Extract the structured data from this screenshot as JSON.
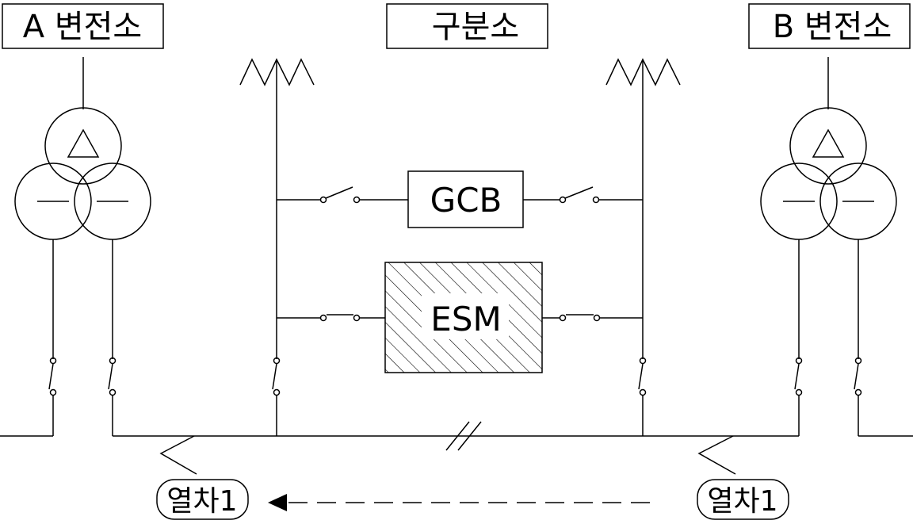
{
  "labels": {
    "substation_a": "A 변전소",
    "sectioning_post": "구분소",
    "substation_b": "B 변전소",
    "gcb": "GCB",
    "esm": "ESM",
    "train_left": "열차1",
    "train_right": "열차1"
  },
  "colors": {
    "line": "#000000",
    "background": "#ffffff"
  }
}
